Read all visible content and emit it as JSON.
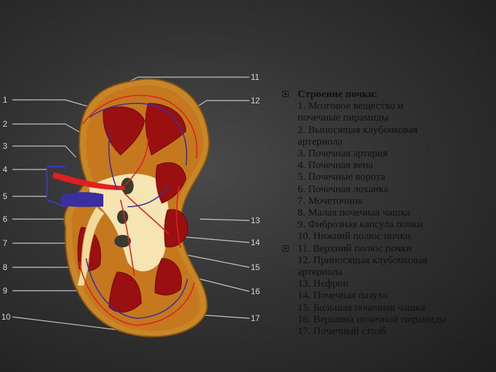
{
  "figure": {
    "callout_numbers": [
      "1",
      "2",
      "3",
      "4",
      "5",
      "6",
      "7",
      "8",
      "9",
      "10",
      "11",
      "12",
      "13",
      "14",
      "15",
      "16",
      "17"
    ],
    "colors": {
      "capsule": "#c98628",
      "cortex": "#c6781f",
      "pyramid": "#9a0f10",
      "sinus": "#f6e4b2",
      "artery": "#e02020",
      "vein": "#3a2f9e",
      "label_line": "#c8c8c8",
      "bracket": "#3838c8"
    }
  },
  "text": {
    "title": "Строение почки:",
    "lines": [
      "1. Мозговое вещество и",
      "почечные пирамиды",
      "2. Выносящая клубочковая",
      "артериола",
      "3. Почечная артерия",
      "4. Почечная вена",
      "5. Почечные ворота",
      "6. Почечная лоханка",
      "7. Мочеточник",
      "8. Малая почечная чашка",
      "9. Фиброзная капсула почки",
      "10. Нижний полюс почки"
    ],
    "lines2": [
      "11. Верхний полюс почки",
      "12. Приносящая клубочковая",
      "артериола",
      "13. Нефрон",
      "14. Почечная пазуха",
      "15. Большая почечная чашка",
      "16. Вершина почечной пирамиды",
      "17. Почечный столб"
    ]
  }
}
